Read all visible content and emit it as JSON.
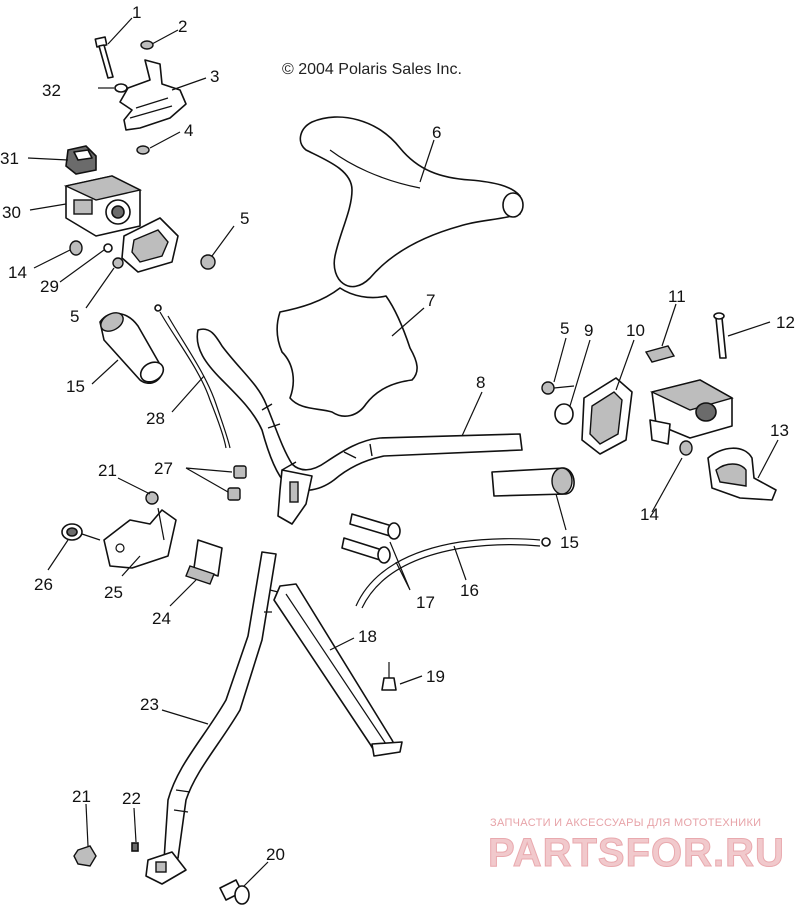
{
  "copyright": "© 2004 Polaris Sales Inc.",
  "watermark": {
    "tagline": "ЗАПЧАСТИ И АКСЕССУАРЫ ДЛЯ МОТОТЕХНИКИ",
    "brand": "PARTSFOR.RU"
  },
  "callouts": {
    "c1": "1",
    "c2": "2",
    "c3": "3",
    "c4": "4",
    "c5a": "5",
    "c5b": "5",
    "c5c": "5",
    "c6": "6",
    "c7": "7",
    "c8": "8",
    "c9": "9",
    "c10": "10",
    "c11": "11",
    "c12": "12",
    "c13": "13",
    "c14a": "14",
    "c14b": "14",
    "c15a": "15",
    "c15b": "15",
    "c16": "16",
    "c17": "17",
    "c18": "18",
    "c19": "19",
    "c20": "20",
    "c21a": "21",
    "c21b": "21",
    "c22": "22",
    "c23": "23",
    "c24": "24",
    "c25": "25",
    "c26": "26",
    "c27": "27",
    "c28": "28",
    "c29": "29",
    "c30": "30",
    "c31": "31",
    "c32": "32"
  }
}
